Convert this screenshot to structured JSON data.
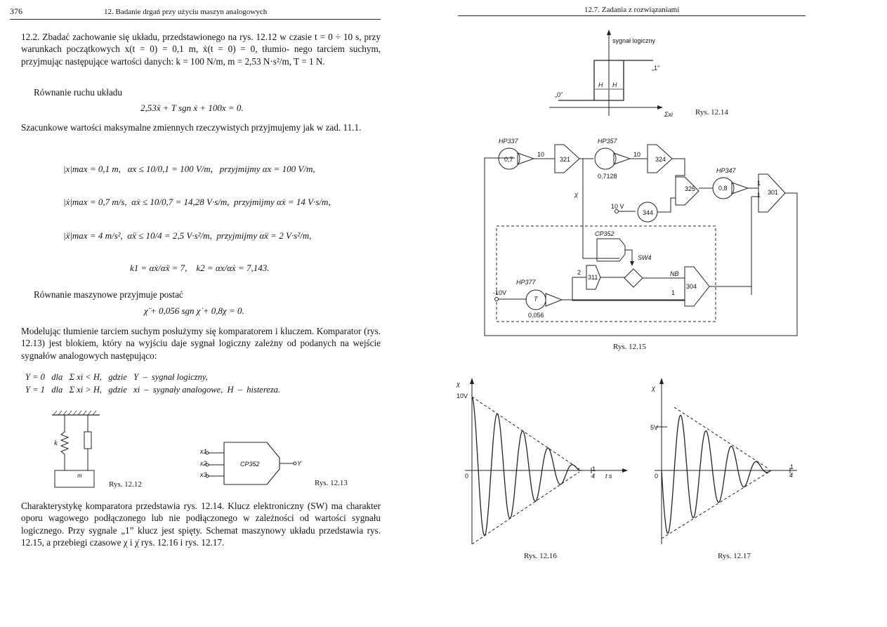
{
  "left_page": {
    "page_number": "376",
    "running_header": "12. Badanie drgań przy użyciu maszyn analogowych",
    "task_intro": "12.2. Zbadać zachowanie się układu, przedstawionego na rys. 12.12 w czasie t = 0 ÷ 10 s, przy warunkach początkowych x(t = 0) = 0,1 m, ẋ(t = 0) = 0, tłumio- nego tarciem suchym, przyjmując następujące wartości danych: k = 100 N/m, m = 2,53 N·s²/m, T = 1 N.",
    "motion_eq_label": "Równanie ruchu układu",
    "motion_eq": "2,53ẍ + T sgn ẋ + 100x = 0.",
    "estimate_text": "Szacunkowe wartości maksymalne zmiennych rzeczywistych przyjmujemy jak w zad. 11.1.",
    "scales": [
      "|x|max = 0,1 m,   αx ≤ 10/0,1 = 100 V/m,   przyjmijmy αx = 100 V/m,",
      "|ẋ|max = 0,7 m/s,  αẋ ≤ 10/0,7 = 14,28 V·s/m,  przyjmijmy αẋ = 14 V·s/m,",
      "|ẍ|max = 4 m/s²,  αẍ ≤ 10/4 = 2,5 V·s²/m,  przyjmijmy αẍ = 2 V·s²/m,"
    ],
    "k_coeffs": "k1 = αẋ/αẍ = 7,    k2 = αx/αẋ = 7,143.",
    "machine_eq_label": "Równanie maszynowe przyjmuje postać",
    "machine_eq": "χ̈ + 0,056 sgn χ̇ + 0,8χ = 0.",
    "comparator_text": "Modelując tłumienie tarciem suchym posłużymy się komparatorem i kluczem. Komparator (rys. 12.13) jest blokiem, który na wyjściu daje sygnał logiczny zależny od podanych na wejście sygnałów analogowych następująco:",
    "rule_1": "Y = 0   dla   Σ xi < H,   gdzie   Y  –  sygnał logiczny,",
    "rule_2": "Y = 1   dla   Σ xi > H,   gdzie   xi  –  sygnały analogowe,  H  –  histereza.",
    "fig_12_12_caption": "Rys. 12.12",
    "fig_12_12_labels": {
      "spring": "k",
      "mass": "m"
    },
    "fig_12_13_caption": "Rys. 12.13",
    "fig_12_13_labels": {
      "block": "CP352",
      "in1": "x1",
      "in2": "x2",
      "in3": "x3",
      "out": "Y"
    },
    "closing_text": "Charakterystykę komparatora przedstawia rys. 12.14. Klucz elektroniczny (SW) ma charakter oporu wagowego podłączonego lub nie podłączonego w zależności od wartości sygnału logicznego. Przy sygnale „1” klucz jest spięty. Schemat maszynowy układu przedstawia rys. 12.15, a przebiegi czasowe χ i χ̇ rys. 12.16 i rys. 12.17."
  },
  "right_page": {
    "running_header": "12.7. Zadania z rozwiązaniami",
    "fig_12_14": {
      "caption": "Rys. 12.14",
      "y_label": "sygnał logiczny",
      "level_one": "„1”",
      "level_zero": "„0”",
      "hyst_left": "H",
      "hyst_right": "H",
      "x_label": "Σxi"
    },
    "fig_12_15": {
      "caption": "Rys. 12.15",
      "hp337": "HP337",
      "hp357": "HP357",
      "hp347": "HP347",
      "hp377": "HP377",
      "pot_07": "0,7",
      "pot_07128": "0,7128",
      "pot_08": "0,8",
      "pot_T": "T",
      "pot_0056": "0,056",
      "pot_344": "344",
      "int_321": "321",
      "int_324": "324",
      "sum_325": "325",
      "sum_301": "301",
      "sum_311": "311",
      "sum_304": "304",
      "gain_10a": "10",
      "gain_10b": "10",
      "gain_1a": "1",
      "gain_1b": "1",
      "gain_1c": "1",
      "gain_2": "2",
      "cp352": "CP352",
      "sw4": "SW4",
      "nb": "NB",
      "src_10v": "10 V",
      "src_m10v": "-10V",
      "xdot": "χ̇"
    },
    "fig_12_16": {
      "caption": "Rys. 12.16",
      "y_label": "χ",
      "y_tick": "10V",
      "origin": "0",
      "t_tick": "4",
      "t_unit": "t s",
      "t_mark": "1"
    },
    "fig_12_17": {
      "caption": "Rys. 12.17",
      "y_label": "χ̇",
      "y_tick": "5V",
      "origin": "0",
      "t_tick": "4",
      "t_mark": "1"
    }
  }
}
